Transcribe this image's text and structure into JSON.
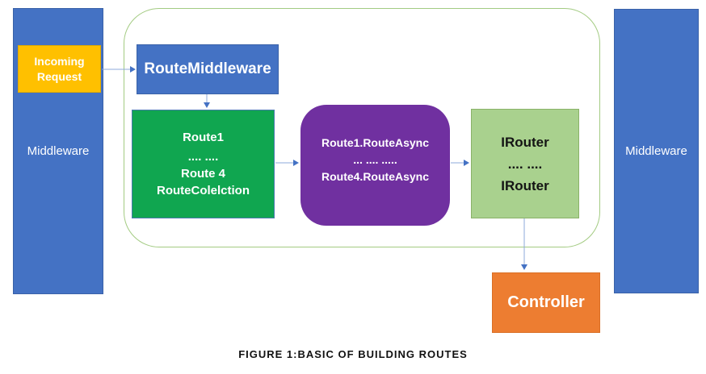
{
  "caption": "FIGURE 1:BASIC OF BUILDING ROUTES",
  "nodes": {
    "left_middleware": {
      "label": "Middleware"
    },
    "right_middleware": {
      "label": "Middleware"
    },
    "incoming_request": {
      "lines": [
        "Incoming",
        "Request"
      ]
    },
    "route_middleware": {
      "label": "RouteMiddleware"
    },
    "route_collection": {
      "lines": [
        "Route1",
        ".... ....",
        "Route 4",
        "RouteColelction"
      ]
    },
    "route_async": {
      "lines": [
        "Route1.RouteAsync",
        "... .... .....",
        "Route4.RouteAsync"
      ]
    },
    "irouter": {
      "lines": [
        "IRouter",
        ".... ....",
        "IRouter"
      ]
    },
    "controller": {
      "label": "Controller"
    }
  },
  "colors": {
    "middleware_blue": "#4472C4",
    "incoming_yellow": "#FFC000",
    "collection_green": "#10A650",
    "async_purple": "#7030A0",
    "irouter_light_green": "#A9D18E",
    "controller_orange": "#ED7D31",
    "container_border_green": "#A3CB82",
    "arrow_shaft_blue": "#8EA9DB",
    "arrow_head_blue": "#4472C4",
    "caption_text": "#111111"
  }
}
